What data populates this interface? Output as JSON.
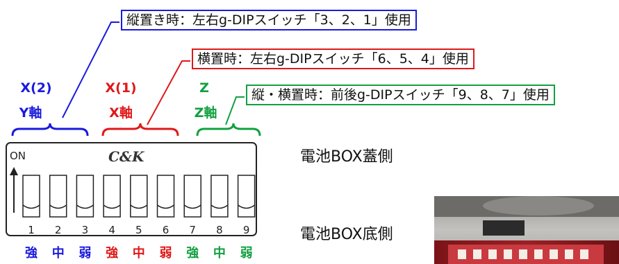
{
  "callouts": {
    "vertical": "縦置き時：左右g-DIPスイッチ「3、2、1」使用",
    "horizontal": "横置時：左右g-DIPスイッチ「6、5、4」使用",
    "both": "縦・横置時：前後g-DIPスイッチ「9、8、7」使用"
  },
  "groups": [
    {
      "top": "X(2)",
      "bottom": "Y軸",
      "color": "#1a1adc"
    },
    {
      "top": "X(1)",
      "bottom": "X軸",
      "color": "#e01818"
    },
    {
      "top": "Z",
      "bottom": "Z軸",
      "color": "#12a040"
    }
  ],
  "dip": {
    "on_label": "ON",
    "brand": "C&K",
    "numbers": [
      "1",
      "2",
      "3",
      "4",
      "5",
      "6",
      "7",
      "8",
      "9"
    ]
  },
  "strengths": [
    {
      "label": "強",
      "color": "#1a1adc"
    },
    {
      "label": "中",
      "color": "#1a1adc"
    },
    {
      "label": "弱",
      "color": "#1a1adc"
    },
    {
      "label": "強",
      "color": "#e01818"
    },
    {
      "label": "中",
      "color": "#e01818"
    },
    {
      "label": "弱",
      "color": "#e01818"
    },
    {
      "label": "強",
      "color": "#12a040"
    },
    {
      "label": "中",
      "color": "#12a040"
    },
    {
      "label": "弱",
      "color": "#12a040"
    }
  ],
  "sides": {
    "lid": "電池BOX蓋側",
    "bottom": "電池BOX底側"
  }
}
